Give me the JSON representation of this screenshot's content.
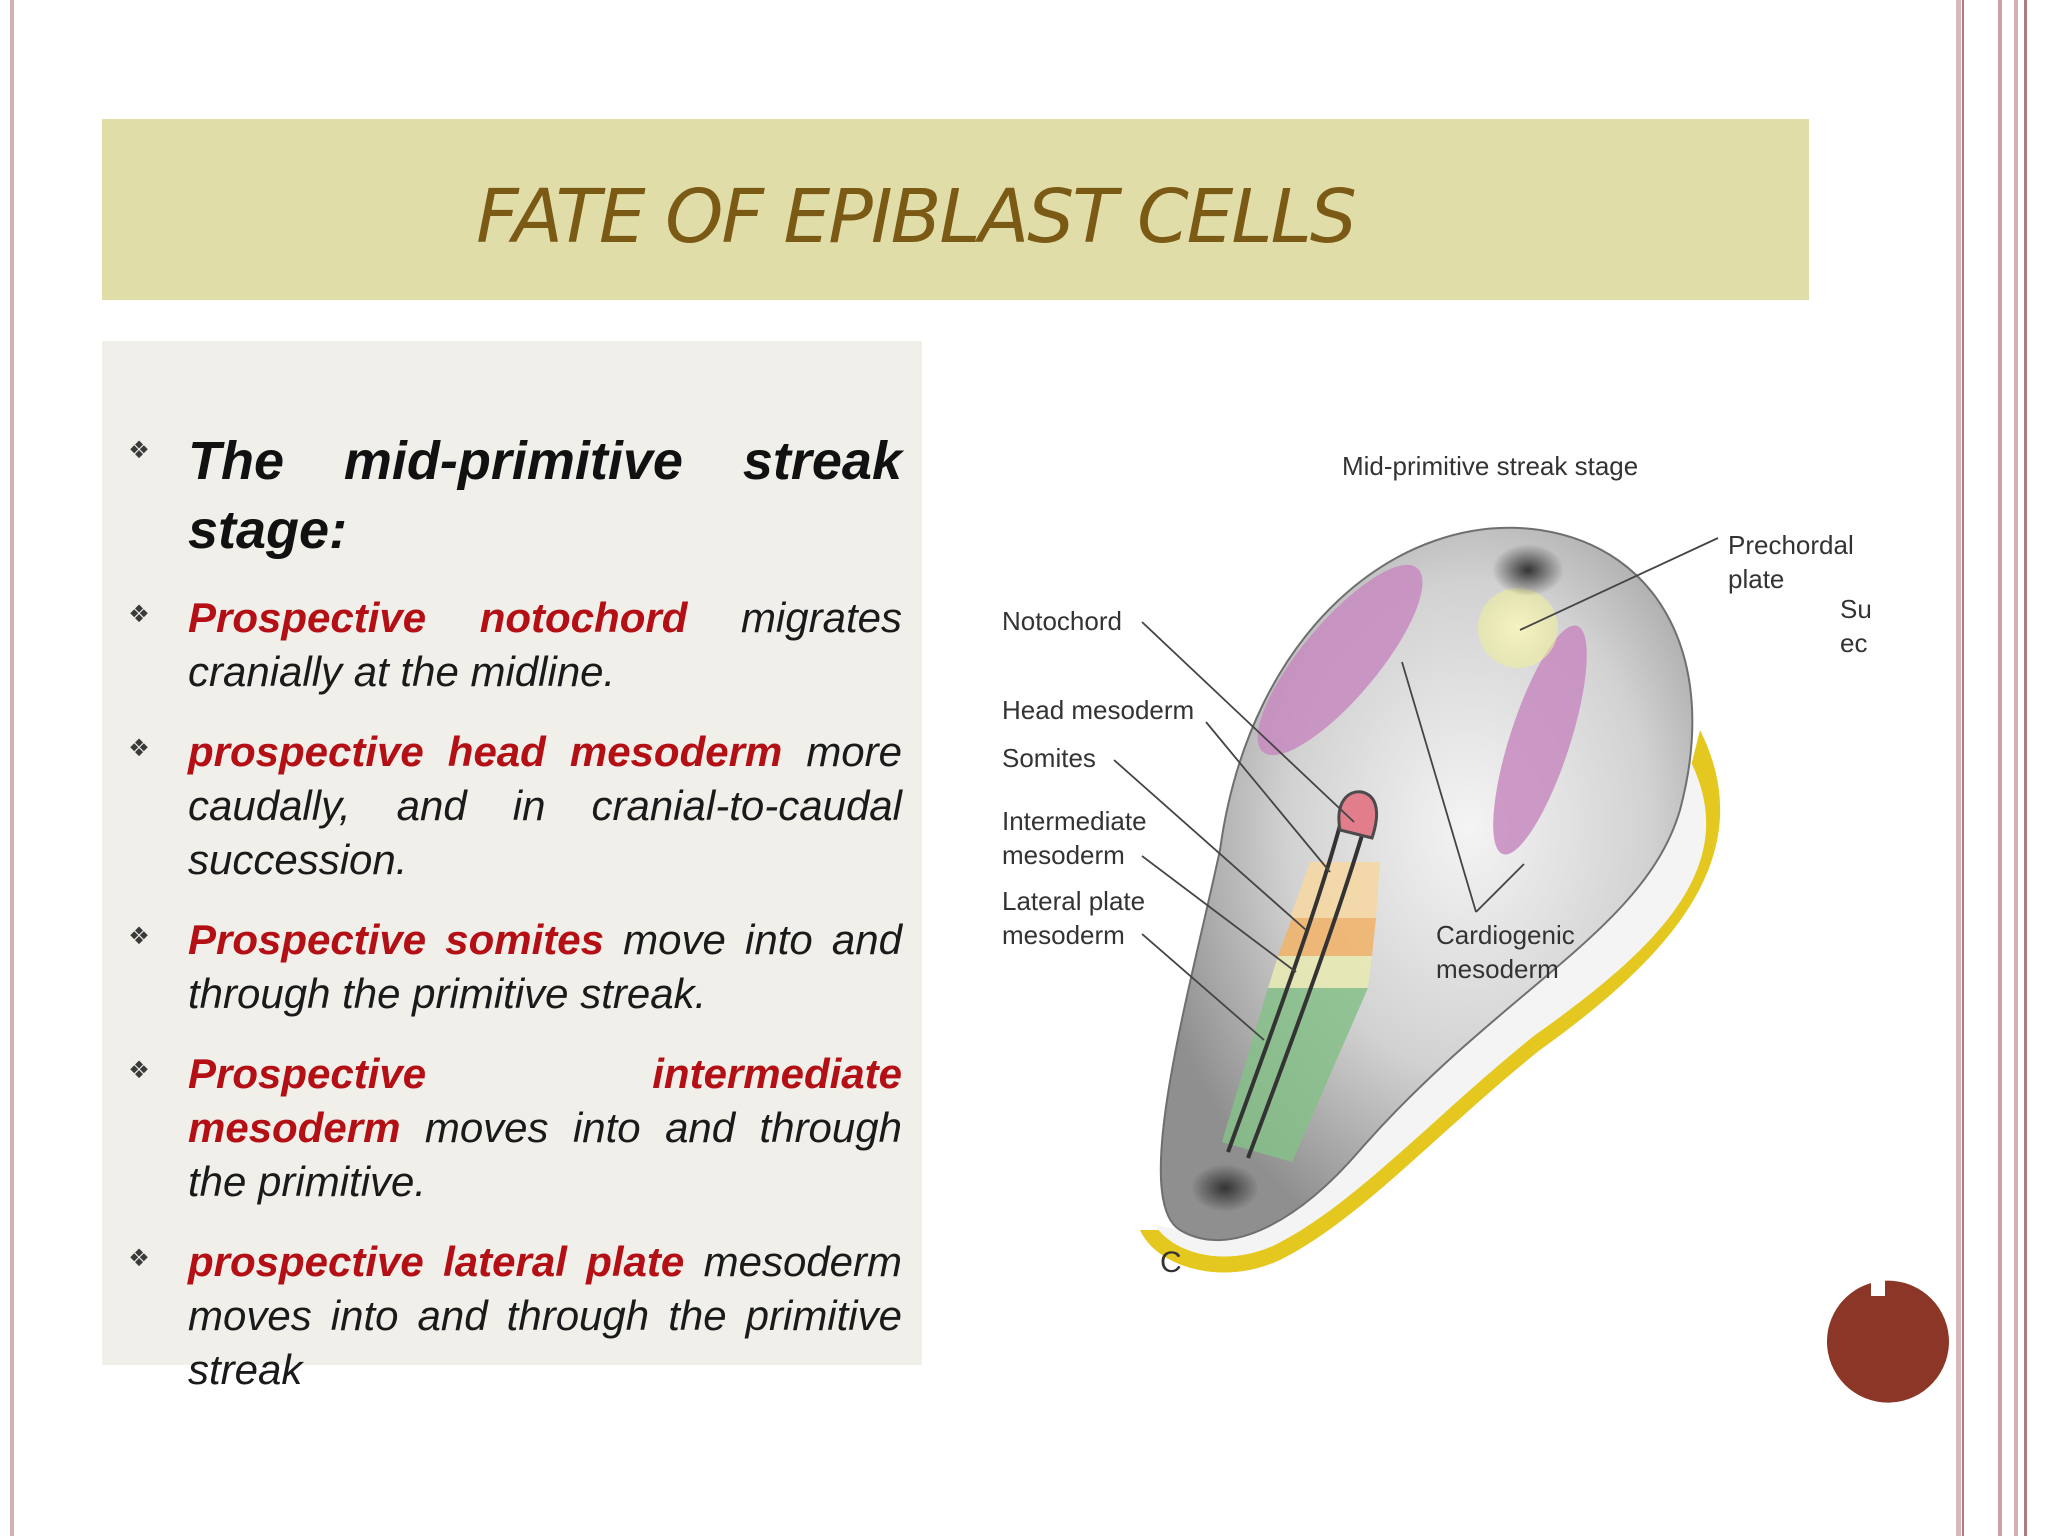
{
  "slide": {
    "title": "FATE OF EPIBLAST CELLS"
  },
  "content": {
    "heading": "The mid-primitive streak stage:",
    "bullets": [
      {
        "highlight": "Prospective notochord",
        "rest": " migrates cranially at the midline."
      },
      {
        "highlight": "prospective head mesoderm",
        "rest": " more caudally, and in cranial-to-caudal succession."
      },
      {
        "highlight": "Prospective somites",
        "rest": " move into and through the primitive streak."
      },
      {
        "highlight": "Prospective intermediate mesoderm",
        "rest": " moves into and through the primitive."
      },
      {
        "highlight": "prospective lateral plate",
        "rest": " mesoderm moves into and through the primitive streak"
      }
    ]
  },
  "figure": {
    "stage_label": "Mid-primitive streak stage",
    "labels": {
      "notochord": "Notochord",
      "head_mesoderm": "Head mesoderm",
      "somites": "Somites",
      "intermediate_1": "Intermediate",
      "intermediate_2": "mesoderm",
      "lateral_1": "Lateral plate",
      "lateral_2": "mesoderm",
      "prechordal_1": "Prechordal",
      "prechordal_2": "plate",
      "cut_1": "Su",
      "cut_2": "ec",
      "cardiogenic_1": "Cardiogenic",
      "cardiogenic_2": "mesoderm",
      "panel": "C"
    }
  },
  "colors": {
    "title_band": "#e1dda9",
    "title_text": "#7a5a14",
    "highlight": "#b30f14",
    "badge": "#8b3626",
    "edge_line": "#b07a80"
  }
}
